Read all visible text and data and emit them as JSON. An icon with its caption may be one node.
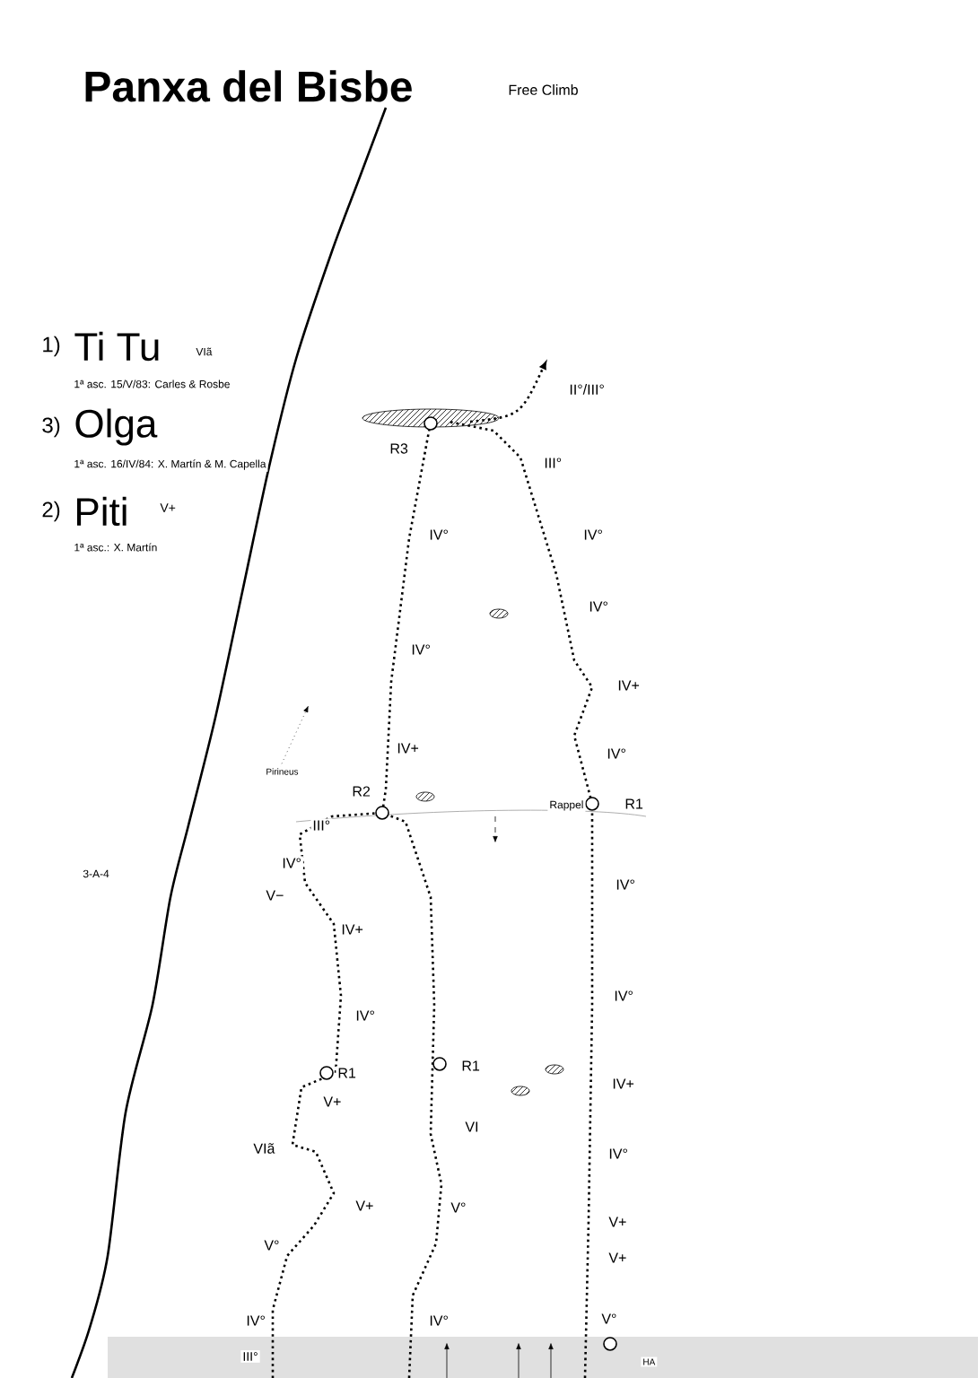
{
  "diagram": {
    "title": "Panxa del Bisbe",
    "labels": [
      "Free Climb",
      "1)",
      "Ti Tu",
      "VIã",
      "1ª asc. 15/V/83: Carles & Rosbe",
      "3)",
      "Olga",
      "1ª asc. 16/IV/84: X. Martín & M. Capella",
      "2)",
      "Piti",
      "V+",
      "1ª asc.: X. Martín",
      "II°/III°",
      "R3",
      "III°",
      "IV°",
      "IV°",
      "IV°",
      "IV°",
      "IV+",
      "IV+",
      "IV°",
      "Pirineus",
      "R2",
      "Rappel",
      "R1",
      "III°",
      "IV°",
      "IV°",
      "3-A-4",
      "V−",
      "IV+",
      "IV°",
      "IV°",
      "R1",
      "R1",
      "IV+",
      "V+",
      "VI",
      "VIã",
      "IV°",
      "V+",
      "V°",
      "V+",
      "V°",
      "V+",
      "IV°",
      "IV°",
      "V°",
      "III°",
      "HA"
    ]
  }
}
